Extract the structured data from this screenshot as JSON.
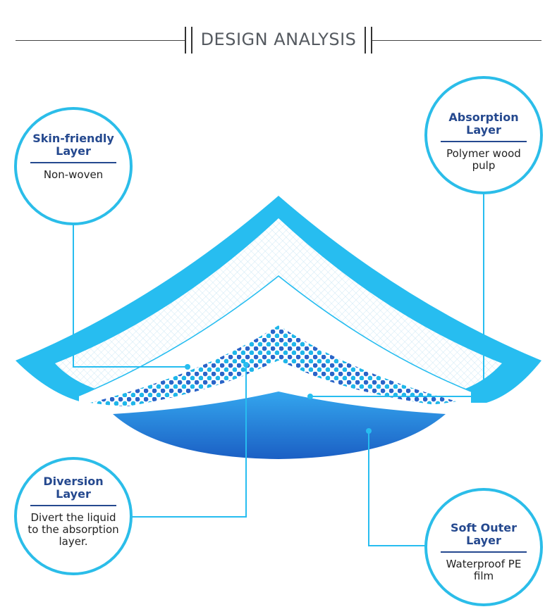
{
  "header": {
    "title": "DESIGN ANALYSIS"
  },
  "layers": {
    "skin": {
      "title": "Skin-friendly Layer",
      "desc": "Non-woven"
    },
    "absorption": {
      "title": "Absorption Layer",
      "desc": "Polymer wood pulp"
    },
    "diversion": {
      "title": "Diversion Layer",
      "desc": "Divert the liquid to the absorption layer."
    },
    "outer": {
      "title": "Soft Outer Layer",
      "desc": "Waterproof PE film"
    }
  },
  "colors": {
    "accent": "#2bbde9",
    "title_text": "#25498f",
    "outer_layer": "#1f6fd0",
    "dots": "#2a64c8"
  }
}
